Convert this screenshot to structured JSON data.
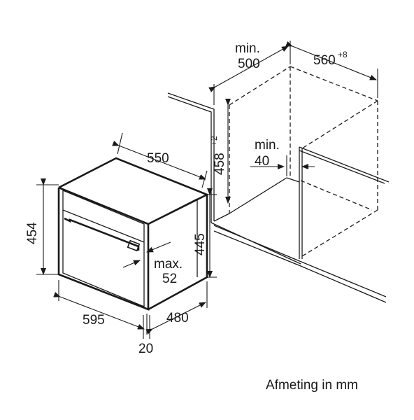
{
  "dimensions": {
    "d550": "550",
    "d454": "454",
    "d445": "445",
    "max52_a": "max.",
    "max52_b": "52",
    "d595": "595",
    "d480": "480",
    "d20": "20",
    "min500_a": "min.",
    "min500_b": "500",
    "d560": "560",
    "d560_sup": "+8",
    "d458": "458",
    "d458_sup": "+2",
    "min40_a": "min.",
    "min40_b": "40"
  },
  "caption": "Afmeting in mm"
}
